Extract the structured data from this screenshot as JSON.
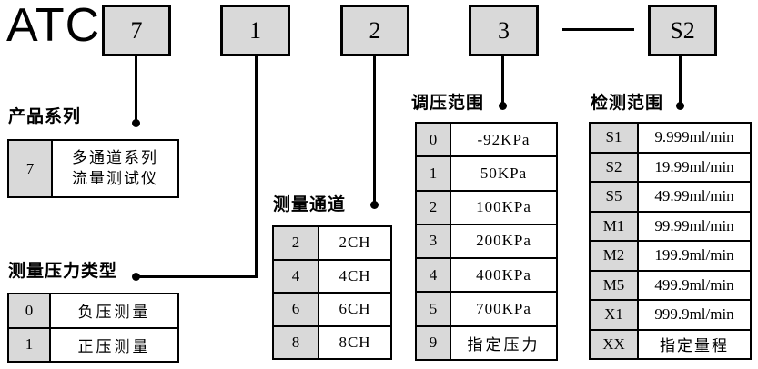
{
  "product_code": {
    "prefix": "ATC",
    "segments": {
      "series": "7",
      "pressure_type": "1",
      "channels": "2",
      "pressure_range": "3",
      "detection_range": "S2"
    },
    "separator": "—"
  },
  "sections": {
    "series": {
      "label": "产品系列",
      "rows": [
        {
          "code": "7",
          "desc": "多通道系列\n流量测试仪"
        }
      ]
    },
    "pressure_type": {
      "label": "测量压力类型",
      "rows": [
        {
          "code": "0",
          "desc": "负压测量"
        },
        {
          "code": "1",
          "desc": "正压测量"
        }
      ]
    },
    "channels": {
      "label": "测量通道",
      "rows": [
        {
          "code": "2",
          "desc": "2CH"
        },
        {
          "code": "4",
          "desc": "4CH"
        },
        {
          "code": "6",
          "desc": "6CH"
        },
        {
          "code": "8",
          "desc": "8CH"
        }
      ]
    },
    "pressure_range": {
      "label": "调压范围",
      "rows": [
        {
          "code": "0",
          "desc": "-92KPa"
        },
        {
          "code": "1",
          "desc": "50KPa"
        },
        {
          "code": "2",
          "desc": "100KPa"
        },
        {
          "code": "3",
          "desc": "200KPa"
        },
        {
          "code": "4",
          "desc": "400KPa"
        },
        {
          "code": "5",
          "desc": "700KPa"
        },
        {
          "code": "9",
          "desc": "指定压力"
        }
      ]
    },
    "detection_range": {
      "label": "检测范围",
      "rows": [
        {
          "code": "S1",
          "desc": "9.999ml/min"
        },
        {
          "code": "S2",
          "desc": "19.99ml/min"
        },
        {
          "code": "S5",
          "desc": "49.99ml/min"
        },
        {
          "code": "M1",
          "desc": "99.99ml/min"
        },
        {
          "code": "M2",
          "desc": "199.9ml/min"
        },
        {
          "code": "M5",
          "desc": "499.9ml/min"
        },
        {
          "code": "X1",
          "desc": "999.9ml/min"
        },
        {
          "code": "XX",
          "desc": "指定量程"
        }
      ]
    }
  },
  "colors": {
    "box_fill": "#d9d9d9",
    "line": "#000000",
    "background": "#ffffff"
  }
}
